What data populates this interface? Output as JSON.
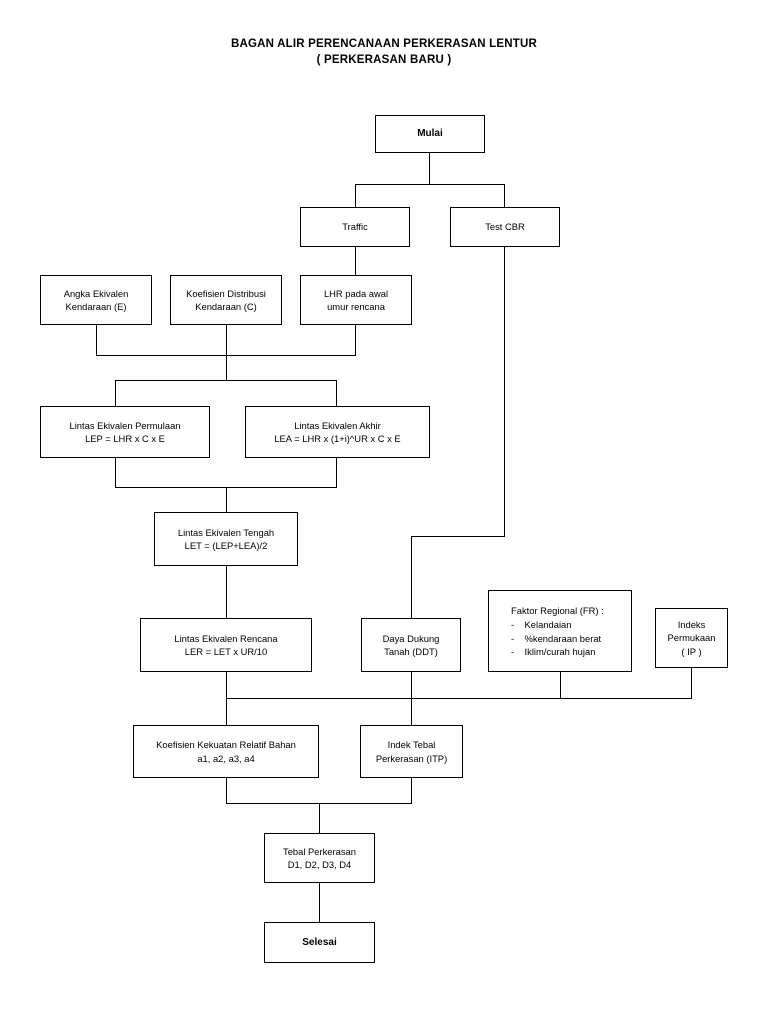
{
  "title": {
    "line1": "BAGAN ALIR PERENCANAAN PERKERASAN LENTUR",
    "line2": "( PERKERASAN BARU )"
  },
  "nodes": {
    "start": {
      "label": "Mulai"
    },
    "traffic": {
      "label": "Traffic"
    },
    "test_cbr": {
      "label": "Test CBR"
    },
    "angka_ekivalen": {
      "line1": "Angka  Ekivalen",
      "line2": "Kendaraan (E)"
    },
    "koefisien_distribusi": {
      "line1": "Koefisien Distribusi",
      "line2": "Kendaraan (C)"
    },
    "lhr_awal": {
      "line1": "LHR pada awal",
      "line2": "umur rencana"
    },
    "lep": {
      "line1": "Lintas Ekivalen Permulaan",
      "line2": "LEP = LHR x  C x E"
    },
    "lea": {
      "line1": "Lintas Ekivalen Akhir",
      "line2": "LEA = LHR x  (1+i)^UR x C x E"
    },
    "let": {
      "line1": "Lintas Ekivalen Tengah",
      "line2": "LET = (LEP+LEA)/2"
    },
    "ler": {
      "line1": "Lintas Ekivalen Rencana",
      "line2": "LER = LET x  UR/10"
    },
    "ddt": {
      "line1": "Daya Dukung",
      "line2": "Tanah (DDT)"
    },
    "faktor_regional": {
      "head": "Faktor Regional (FR) :",
      "items": [
        "-    Kelandaian",
        "-    %kendaraan berat",
        "-    Iklim/curah hujan"
      ]
    },
    "indeks_permukaan": {
      "line1": "Indeks",
      "line2": "Permukaan",
      "line3": "( IP )"
    },
    "koefisien_kekuatan": {
      "line1": "Koefisien Kekuatan Relatif Bahan",
      "line2": "a1, a2, a3, a4"
    },
    "itp": {
      "line1": "Indek Tebal",
      "line2": "Perkerasan (ITP)"
    },
    "tebal_perkerasan": {
      "line1": "Tebal Perkerasan",
      "line2": "D1, D2, D3, D4"
    },
    "end": {
      "label": "Selesai"
    }
  },
  "colors": {
    "stroke": "#000000",
    "background": "#ffffff",
    "text": "#000000"
  }
}
